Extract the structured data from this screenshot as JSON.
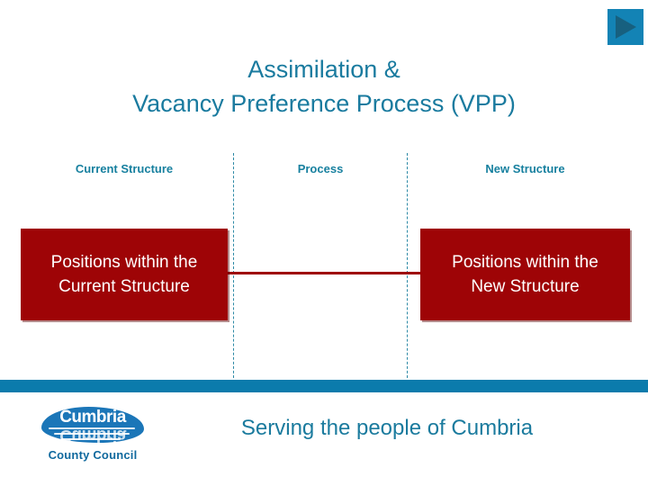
{
  "slide": {
    "title": "Assimilation &\nVacancy Preference Process (VPP)",
    "background_color": "#ffffff"
  },
  "play_button": {
    "icon": "play-triangle-icon",
    "square_color": "#1383b5",
    "triangle_color": "#17607f"
  },
  "columns": {
    "headers": [
      {
        "label": "Current Structure"
      },
      {
        "label": "Process"
      },
      {
        "label": "New Structure"
      }
    ],
    "header_color": "#17809f",
    "divider_color": "#2e8aa6",
    "divider_style": "dashed"
  },
  "boxes": [
    {
      "id": "current-structure-box",
      "text": "Positions within the\nCurrent Structure",
      "fill_color": "#9e0406",
      "text_color": "#ffffff"
    },
    {
      "id": "new-structure-box",
      "text": "Positions within the\nNew Structure",
      "fill_color": "#9e0406",
      "text_color": "#ffffff"
    }
  ],
  "connector": {
    "color": "#9e0406"
  },
  "footer": {
    "bar_color": "#0b7bac",
    "tagline": "Serving the people of Cumbria",
    "tagline_color": "#1b7b9e",
    "logo": {
      "wordmark": "Cumbria",
      "wordmark_reflection": "Cumbria",
      "subtitle": "County Council",
      "color": "#10699e"
    }
  }
}
